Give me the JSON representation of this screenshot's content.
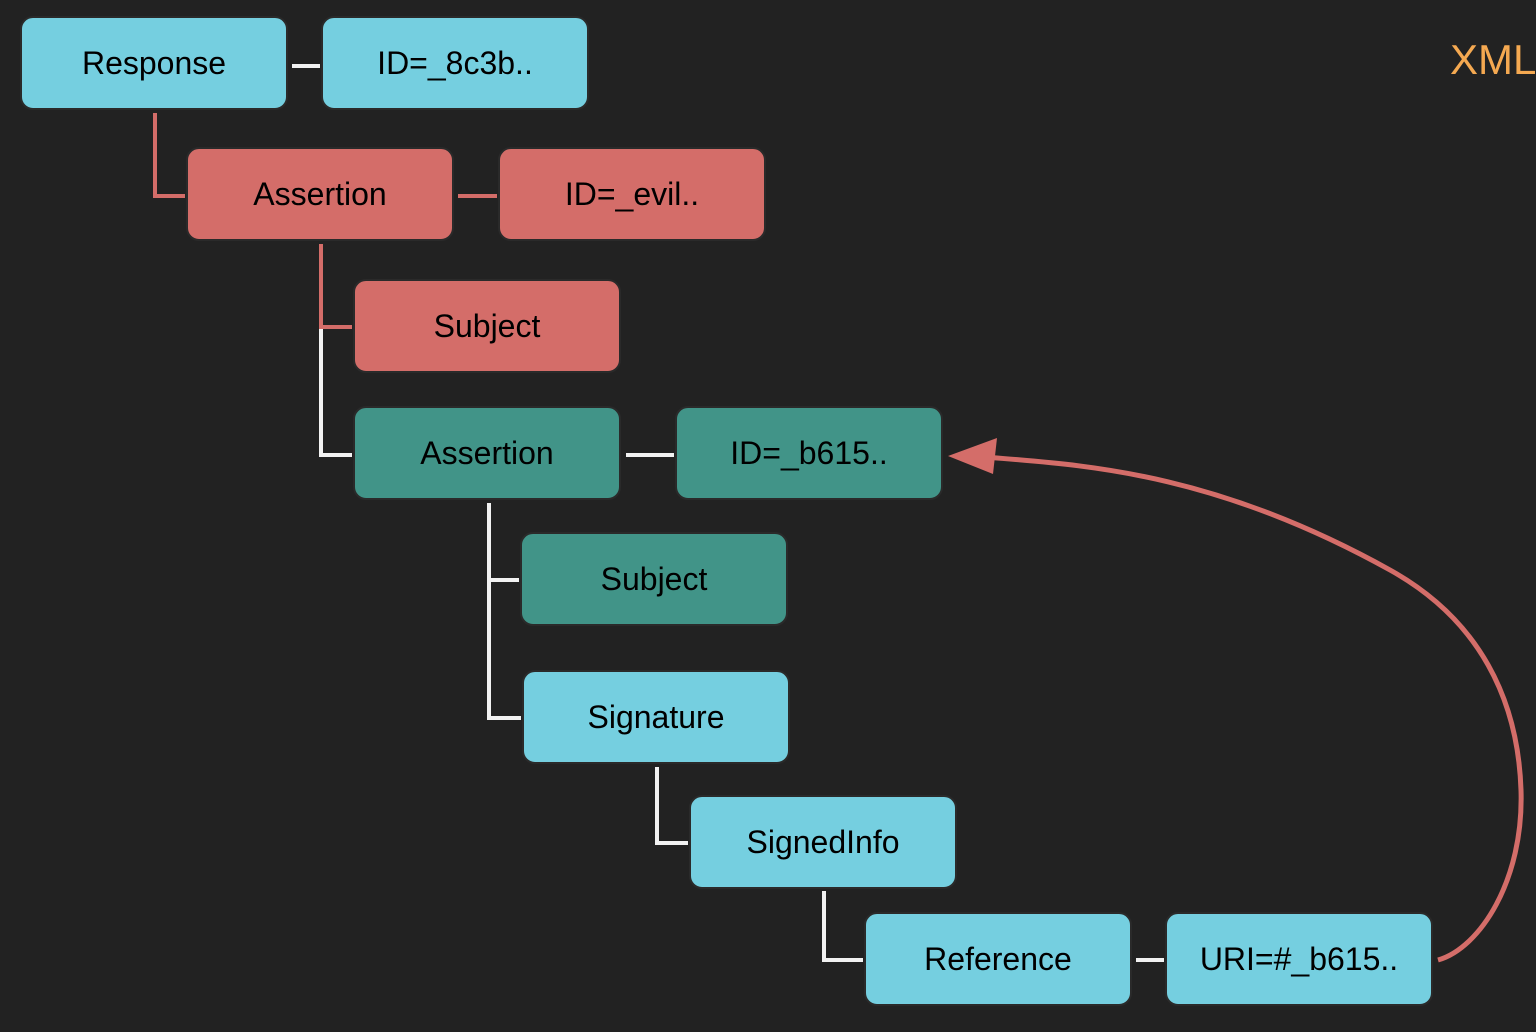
{
  "title": "XML",
  "colors": {
    "background": "#222222",
    "node_blue": "#75cfe0",
    "node_red": "#d46d69",
    "node_teal": "#419488",
    "connector_white": "#f2f2f2",
    "connector_red": "#d46d69",
    "title": "#f5a951"
  },
  "nodes": {
    "response": "Response",
    "response_id": "ID=_8c3b..",
    "evil_assertion": "Assertion",
    "evil_assertion_id": "ID=_evil..",
    "evil_subject": "Subject",
    "signed_assertion": "Assertion",
    "signed_assertion_id": "ID=_b615..",
    "signed_subject": "Subject",
    "signature": "Signature",
    "signed_info": "SignedInfo",
    "reference": "Reference",
    "reference_uri": "URI=#_b615.."
  }
}
